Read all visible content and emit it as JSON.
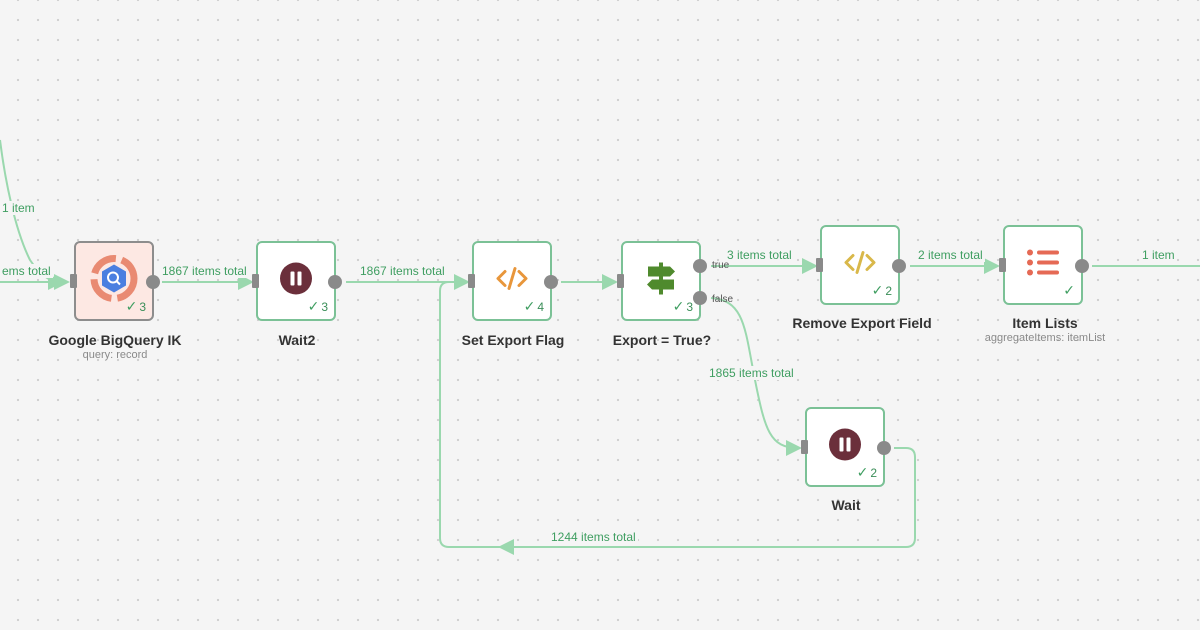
{
  "edges": {
    "e_in_left": "1 item",
    "e_in_total": "ems total",
    "e_bq_wait2": "1867 items total",
    "e_wait2_set": "1867 items total",
    "e_if_true_remove": "3 items total",
    "e_remove_items": "2 items total",
    "e_items_out": "1 item",
    "e_if_false_wait": "1865 items total",
    "e_wait_loop": "1244 items total"
  },
  "nodes": {
    "bigquery": {
      "title": "Google BigQuery IK",
      "subtitle": "query: record",
      "count": "3",
      "icon": "bigquery-icon"
    },
    "wait2": {
      "title": "Wait2",
      "count": "3",
      "icon": "pause-icon"
    },
    "set_export": {
      "title": "Set Export Flag",
      "count": "4",
      "icon": "code-icon"
    },
    "if_export": {
      "title": "Export = True?",
      "count": "3",
      "icon": "signpost-icon",
      "true_label": "true",
      "false_label": "false"
    },
    "remove_field": {
      "title": "Remove Export Field",
      "count": "2",
      "icon": "code-icon"
    },
    "item_lists": {
      "title": "Item Lists",
      "subtitle": "aggregateItems: itemList",
      "icon": "list-icon"
    },
    "wait": {
      "title": "Wait",
      "count": "2",
      "icon": "pause-icon"
    }
  },
  "colors": {
    "edge": "#9ad8ae",
    "success": "#3f9e61",
    "node_border": "#7bc196",
    "pause": "#6b2f3b",
    "code_orange": "#e8963b",
    "code_yellow": "#d9b84a",
    "signpost_green": "#4f8a2d",
    "list_red": "#e56a55"
  }
}
